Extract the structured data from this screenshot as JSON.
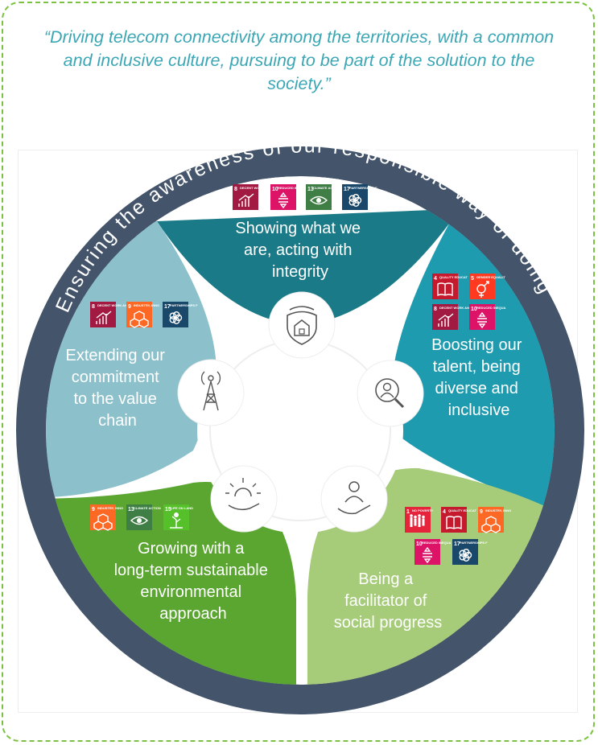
{
  "quote": "“Driving telecom connectivity among the territories, with a common and inclusive culture, pursuing to be part of the solution to the society.”",
  "ring_text": "Ensuring the awareness of our responsible way of doing",
  "colors": {
    "ring": "#44546a",
    "integrity": "#1b7a87",
    "talent": "#1f9bb0",
    "social": "#a6cc7a",
    "environment": "#5aa631",
    "value_chain": "#8cc1cb",
    "quote": "#3ba7b5",
    "frame": "#7cc242"
  },
  "segments": {
    "integrity": {
      "lines": [
        "Showing what we",
        "are, acting with",
        "integrity"
      ],
      "icon": "shield-house-icon",
      "sdgs": [
        {
          "num": "8",
          "label": "DECENT WORK AND ECONOMIC GROWTH",
          "color": "#a21942",
          "glyph": "growth-chart"
        },
        {
          "num": "10",
          "label": "REDUCED INEQUALITIES",
          "color": "#dd1367",
          "glyph": "equality"
        },
        {
          "num": "13",
          "label": "CLIMATE ACTION",
          "color": "#3f7e44",
          "glyph": "eye"
        },
        {
          "num": "17",
          "label": "PARTNERSHIPS FOR THE GOALS",
          "color": "#19486a",
          "glyph": "flower"
        }
      ]
    },
    "talent": {
      "lines": [
        "Boosting our",
        "talent, being",
        "diverse and",
        "inclusive"
      ],
      "icon": "person-magnifier-icon",
      "sdgs": [
        {
          "num": "4",
          "label": "QUALITY EDUCATION",
          "color": "#c5192d",
          "glyph": "book"
        },
        {
          "num": "5",
          "label": "GENDER EQUALITY",
          "color": "#ff3a21",
          "glyph": "gender"
        },
        {
          "num": "8",
          "label": "DECENT WORK AND ECONOMIC GROWTH",
          "color": "#a21942",
          "glyph": "growth-chart"
        },
        {
          "num": "10",
          "label": "REDUCED INEQUALITIES",
          "color": "#dd1367",
          "glyph": "equality"
        }
      ]
    },
    "social": {
      "lines": [
        "Being a",
        "facilitator of",
        "social progress"
      ],
      "icon": "hand-person-icon",
      "sdgs": [
        {
          "num": "1",
          "label": "NO POVERTY",
          "color": "#e5243b",
          "glyph": "family"
        },
        {
          "num": "4",
          "label": "QUALITY EDUCATION",
          "color": "#c5192d",
          "glyph": "book"
        },
        {
          "num": "9",
          "label": "INDUSTRY, INNOVATION AND INFRASTRUCTURE",
          "color": "#fd6925",
          "glyph": "cubes"
        },
        {
          "num": "10",
          "label": "REDUCED INEQUALITIES",
          "color": "#dd1367",
          "glyph": "equality"
        },
        {
          "num": "17",
          "label": "PARTNERSHIPS FOR THE GOALS",
          "color": "#19486a",
          "glyph": "flower"
        }
      ]
    },
    "environment": {
      "lines": [
        "Growing with a",
        "long-term sustainable",
        "environmental",
        "approach"
      ],
      "icon": "hand-sun-icon",
      "sdgs": [
        {
          "num": "9",
          "label": "INDUSTRY, INNOVATION AND INFRASTRUCTURE",
          "color": "#fd6925",
          "glyph": "cubes"
        },
        {
          "num": "13",
          "label": "CLIMATE ACTION",
          "color": "#3f7e44",
          "glyph": "eye"
        },
        {
          "num": "15",
          "label": "LIFE ON LAND",
          "color": "#56c02b",
          "glyph": "tree"
        }
      ]
    },
    "value_chain": {
      "lines": [
        "Extending our",
        "commitment",
        "to the value",
        "chain"
      ],
      "icon": "antenna-tower-icon",
      "sdgs": [
        {
          "num": "8",
          "label": "DECENT WORK AND ECONOMIC GROWTH",
          "color": "#a21942",
          "glyph": "growth-chart"
        },
        {
          "num": "9",
          "label": "INDUSTRY, INNOVATION AND INFRASTRUCTURE",
          "color": "#fd6925",
          "glyph": "cubes"
        },
        {
          "num": "17",
          "label": "PARTNERSHIPS FOR THE GOALS",
          "color": "#19486a",
          "glyph": "flower"
        }
      ]
    }
  }
}
